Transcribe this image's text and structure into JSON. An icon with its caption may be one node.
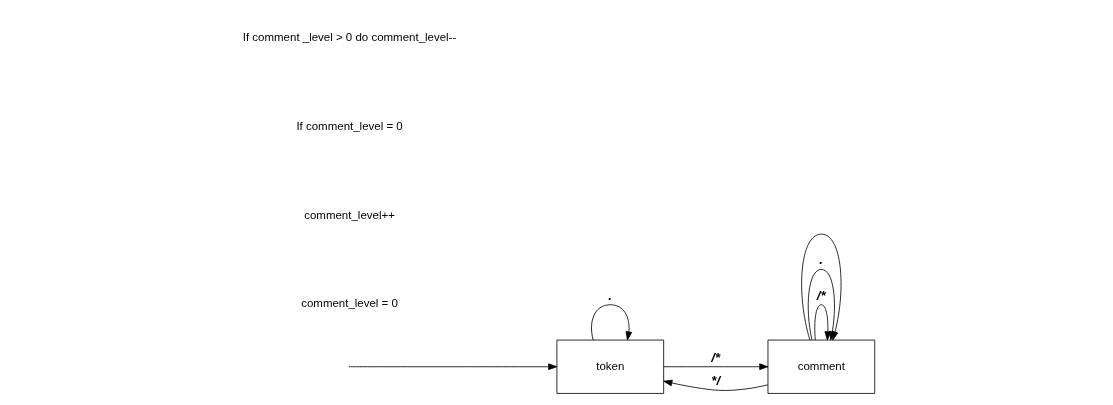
{
  "diagram": {
    "nodes": [
      {
        "text": [
          "token"
        ]
      },
      {
        "text": [
          "comment"
        ]
      }
    ],
    "edges": [
      {
        "from": null,
        "to": 0,
        "arrow": "to"
      },
      {
        "from": 0,
        "to": 1,
        "arrow": "to",
        "label": "/*"
      },
      {
        "from": 0,
        "to": 0,
        "arrow": "to",
        "label": "."
      },
      {
        "from": 1,
        "to": 1,
        "arrow": "to",
        "label": "/*"
      },
      {
        "from": 1,
        "to": 1,
        "arrow": "to",
        "label": "."
      },
      {
        "from": 1,
        "to": 0,
        "arrow": "to",
        "label": "*/"
      },
      {
        "from": 1,
        "to": 1,
        "arrow": "to"
      }
    ],
    "labels": [
      "comment_level = 0",
      "comment_level++",
      "If comment_level = 0",
      "If comment _level > 0 do comment_level--"
    ]
  }
}
